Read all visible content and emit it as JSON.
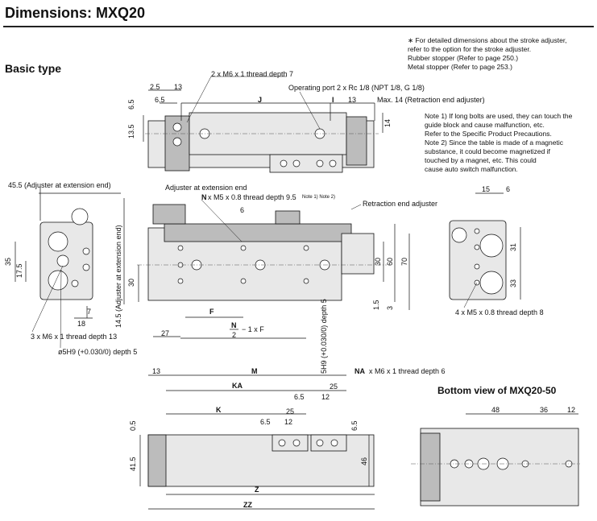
{
  "title": "Dimensions: MXQ20",
  "section": "Basic type",
  "bottom_view_title": "Bottom view of MXQ20-50",
  "header_note": "∗ For detailed dimensions about the stroke adjuster,\n   refer to the option for the stroke adjuster.\n   Rubber stopper (Refer to page 250.)\n   Metal stopper (Refer to page 253.)",
  "notes": {
    "note1": "Note 1) If long bolts are used, they can touch the\n            guide block and cause malfunction, etc.\n            Refer to the Specific Product Precautions.",
    "note2": "Note 2) Since the table is made of a magnetic\n            substance, it could become magnetized if\n            touched by a magnet, etc. This could\n            cause auto switch malfunction."
  },
  "top_view": {
    "thread_callout": "2 x M6 x 1 thread depth 7",
    "port_callout": "Operating port 2 x Rc 1/8 (NPT 1/8, G 1/8)",
    "max_callout": "Max. 14 (Retraction end adjuster)",
    "dims": [
      "2.5",
      "13",
      "6.5",
      "J",
      "I",
      "13",
      "6.5",
      "13.5",
      "14"
    ]
  },
  "front_view": {
    "adjuster_ext": "Adjuster at extension end",
    "n_thread": "x M5 x 0.8 thread depth 9.5",
    "n_letter": "N",
    "note_ref": "Note 1) Note 2)",
    "retraction_adjuster": "Retraction end adjuster",
    "dims": [
      "6",
      "30",
      "30",
      "60",
      "70",
      "1.5",
      "3",
      "F",
      "27"
    ],
    "left_vertical": "14.5 (Adjuster at extension end)",
    "formula_n": "N",
    "formula_2": "2",
    "formula_rest": "− 1  x F",
    "h9_callout": "5H9 (+0.030/0) depth 5"
  },
  "left_view": {
    "adjuster_ext": "45.5 (Adjuster at extension end)",
    "dims": [
      "35",
      "17.5",
      "7",
      "18"
    ],
    "thread_callout": "3 x M6 x 1 thread depth 13",
    "phi_callout": "ø5H9 (+0.030/0) depth 5"
  },
  "right_view": {
    "dims": [
      "15",
      "6",
      "31",
      "33"
    ],
    "thread_callout": "4 x M5 x 0.8 thread depth 8"
  },
  "bottom_view": {
    "dims": [
      "13",
      "M",
      "KA",
      "K",
      "25",
      "6.5",
      "12",
      "6.5",
      "25",
      "12",
      "0.5",
      "41.5",
      "6.5",
      "46",
      "Z",
      "ZZ"
    ],
    "na_letter": "NA",
    "na_callout": "x M6 x 1 thread depth 6"
  },
  "bottom_view_mxq20_50": {
    "dims": [
      "48",
      "36",
      "12"
    ]
  }
}
